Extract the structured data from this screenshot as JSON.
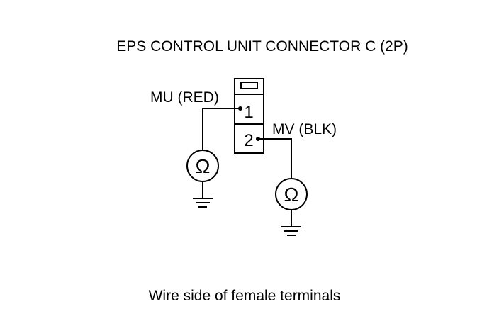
{
  "diagram": {
    "title": "EPS CONTROL UNIT CONNECTOR C (2P)",
    "caption": "Wire side of female terminals",
    "connector": {
      "terminals": [
        {
          "number": "1",
          "wire_label": "MU (RED)"
        },
        {
          "number": "2",
          "wire_label": "MV (BLK)"
        }
      ]
    },
    "meters": [
      {
        "symbol": "Ω",
        "icon": "ohmmeter-icon"
      },
      {
        "symbol": "Ω",
        "icon": "ohmmeter-icon"
      }
    ],
    "grounds": [
      {
        "icon": "ground-icon"
      },
      {
        "icon": "ground-icon"
      }
    ],
    "colors": {
      "line": "#000000",
      "background": "#ffffff"
    }
  }
}
